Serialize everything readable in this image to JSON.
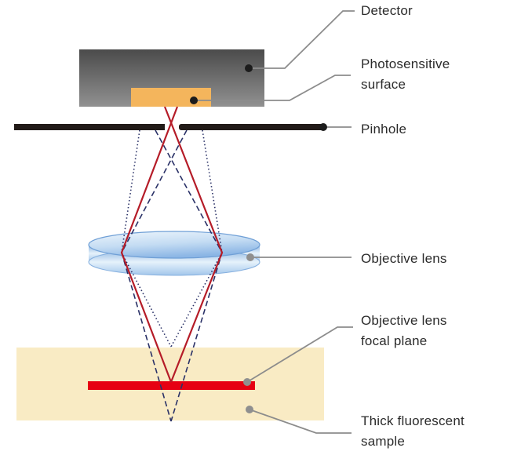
{
  "labels": {
    "detector": "Detector",
    "photosensitive_surface": "Photosensitive surface",
    "pinhole": "Pinhole",
    "objective_lens": "Objective lens",
    "focal_plane": "Objective lens focal plane",
    "sample": "Thick fluorescent sample"
  },
  "colors": {
    "detector_dark": "#4d4d4d",
    "detector_light": "#909090",
    "photosensitive_surface": "#f4b55c",
    "pinhole_bar": "#221b18",
    "in_focus_ray": "#b51c28",
    "out_of_focus_ray": "#2a3167",
    "focal_plane_bar": "#e60012",
    "sample_fill": "#f9ebc4",
    "lens_blue_dark": "#7fa9dd",
    "lens_blue_mid": "#a9cbee",
    "lens_blue_light": "#e9f3fb",
    "lens_stroke": "#6f9fd6",
    "callout_line": "#8c8c8c",
    "callout_dot_dark": "#1c1c1c",
    "callout_dot_gray": "#8f8f8f",
    "text": "#2b2b2b"
  }
}
